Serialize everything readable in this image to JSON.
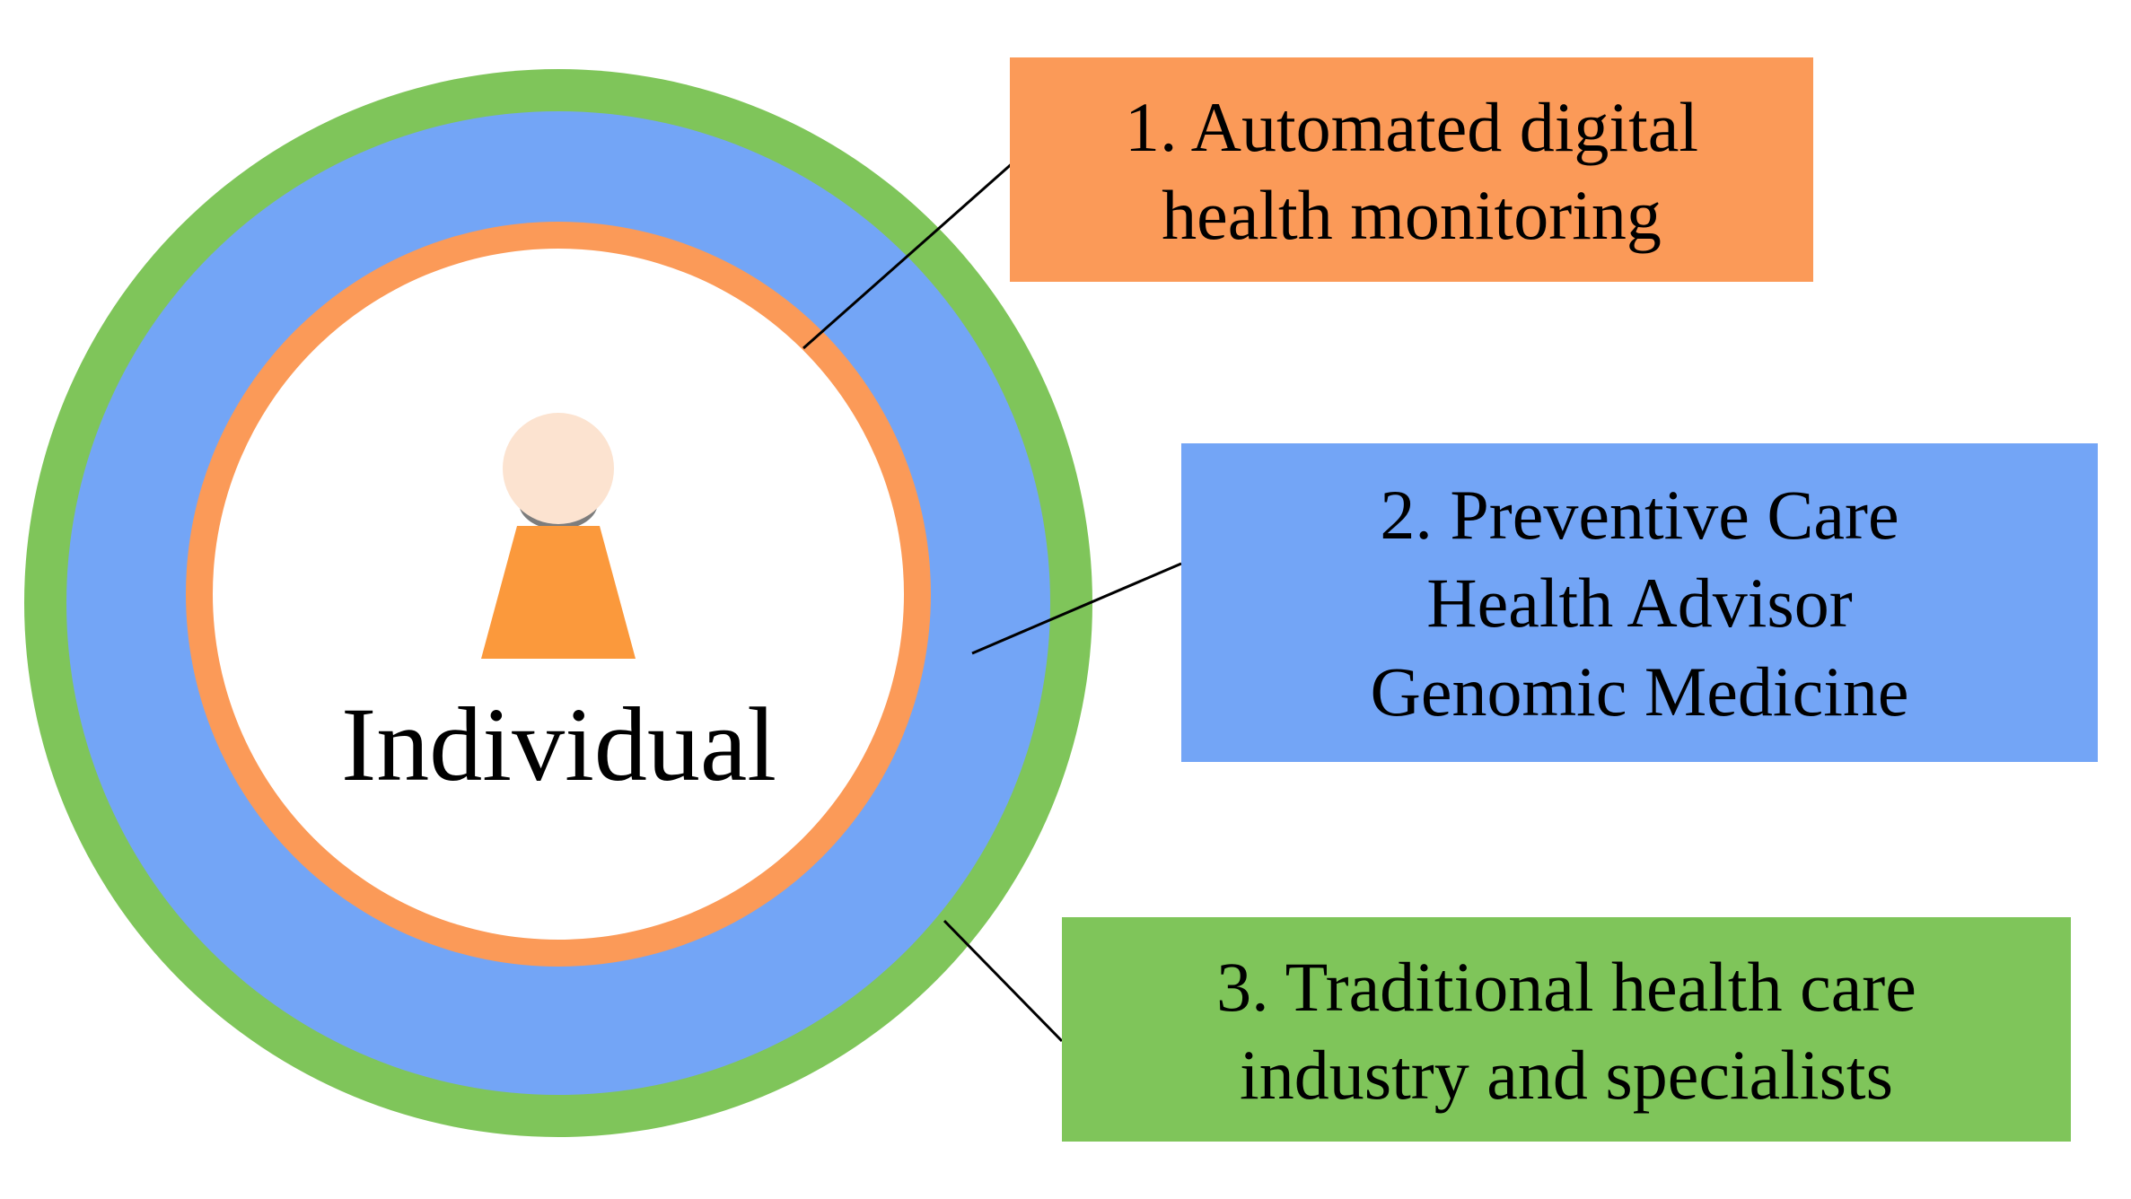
{
  "colors": {
    "background": "#ffffff",
    "green": "#7fc55a",
    "blue": "#73a5f6",
    "orange": "#fb9a58",
    "person_head": "#fce3d0",
    "person_neck": "#7d7d7d",
    "person_body": "#fb993c",
    "connector": "#000000"
  },
  "diagram": {
    "center_label": "Individual",
    "layers": [
      {
        "id": "layer-1",
        "color": "#fb9a58",
        "lines": [
          "1. Automated digital",
          "health monitoring"
        ]
      },
      {
        "id": "layer-2",
        "color": "#73a5f6",
        "lines": [
          "2. Preventive Care",
          "Health Advisor",
          "Genomic Medicine"
        ]
      },
      {
        "id": "layer-3",
        "color": "#7fc55a",
        "lines": [
          "3. Traditional health care",
          "industry and specialists"
        ]
      }
    ]
  }
}
